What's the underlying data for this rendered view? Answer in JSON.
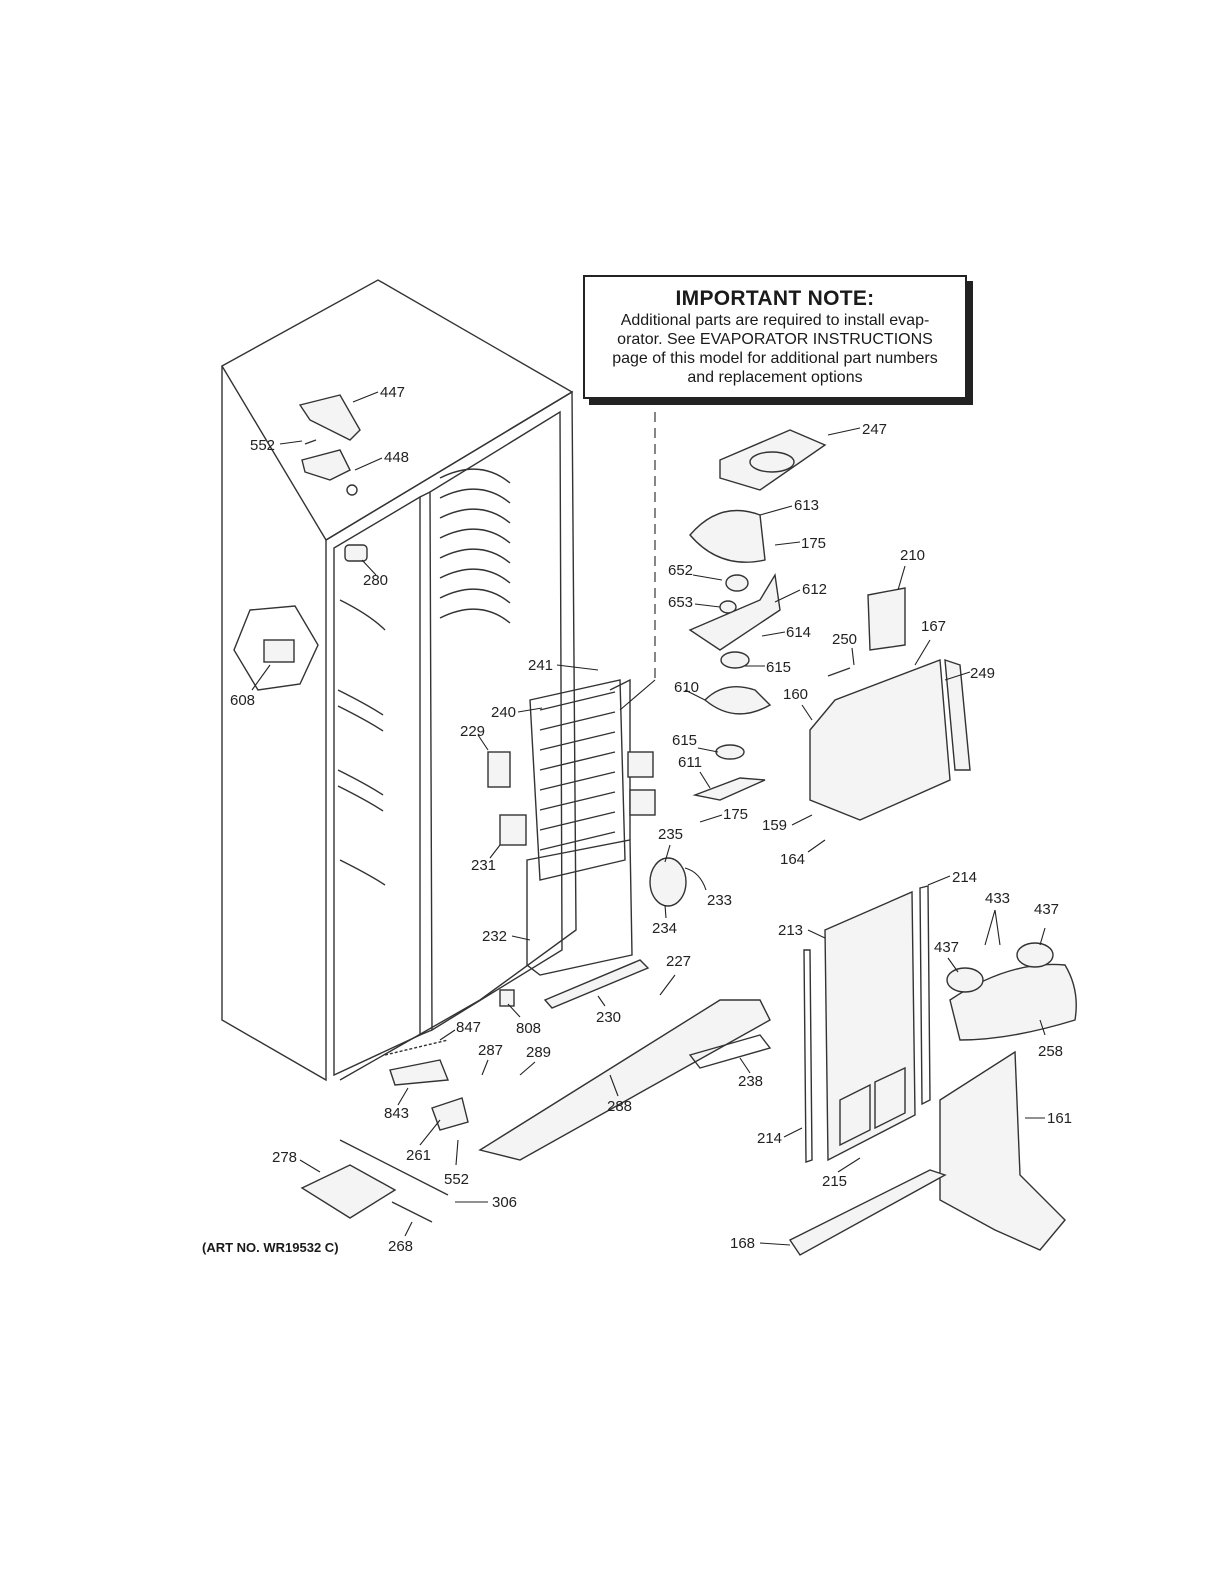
{
  "note": {
    "title": "IMPORTANT NOTE:",
    "line1": "Additional parts are required to install evap-",
    "line2": "orator.  See EVAPORATOR INSTRUCTIONS",
    "line3": "page of this model for additional part numbers",
    "line4": "and replacement options"
  },
  "art_number": "(ART NO. WR19532 C)",
  "labels": {
    "p447": "447",
    "p552a": "552",
    "p448": "448",
    "p280": "280",
    "p608": "608",
    "p241": "241",
    "p240": "240",
    "p229": "229",
    "p231": "231",
    "p232": "232",
    "p247": "247",
    "p613": "613",
    "p175a": "175",
    "p652": "652",
    "p653": "653",
    "p612": "612",
    "p614": "614",
    "p615a": "615",
    "p610": "610",
    "p615b": "615",
    "p611": "611",
    "p175b": "175",
    "p235": "235",
    "p233": "233",
    "p234": "234",
    "p210": "210",
    "p250": "250",
    "p167": "167",
    "p249": "249",
    "p160": "160",
    "p159": "159",
    "p164": "164",
    "p214a": "214",
    "p213": "213",
    "p433": "433",
    "p437a": "437",
    "p437b": "437",
    "p258": "258",
    "p227": "227",
    "p230": "230",
    "p808": "808",
    "p847": "847",
    "p287": "287",
    "p289": "289",
    "p843": "843",
    "p288": "288",
    "p238": "238",
    "p261": "261",
    "p552b": "552",
    "p278": "278",
    "p306": "306",
    "p268": "268",
    "p214b": "214",
    "p215": "215",
    "p161": "161",
    "p168": "168"
  }
}
